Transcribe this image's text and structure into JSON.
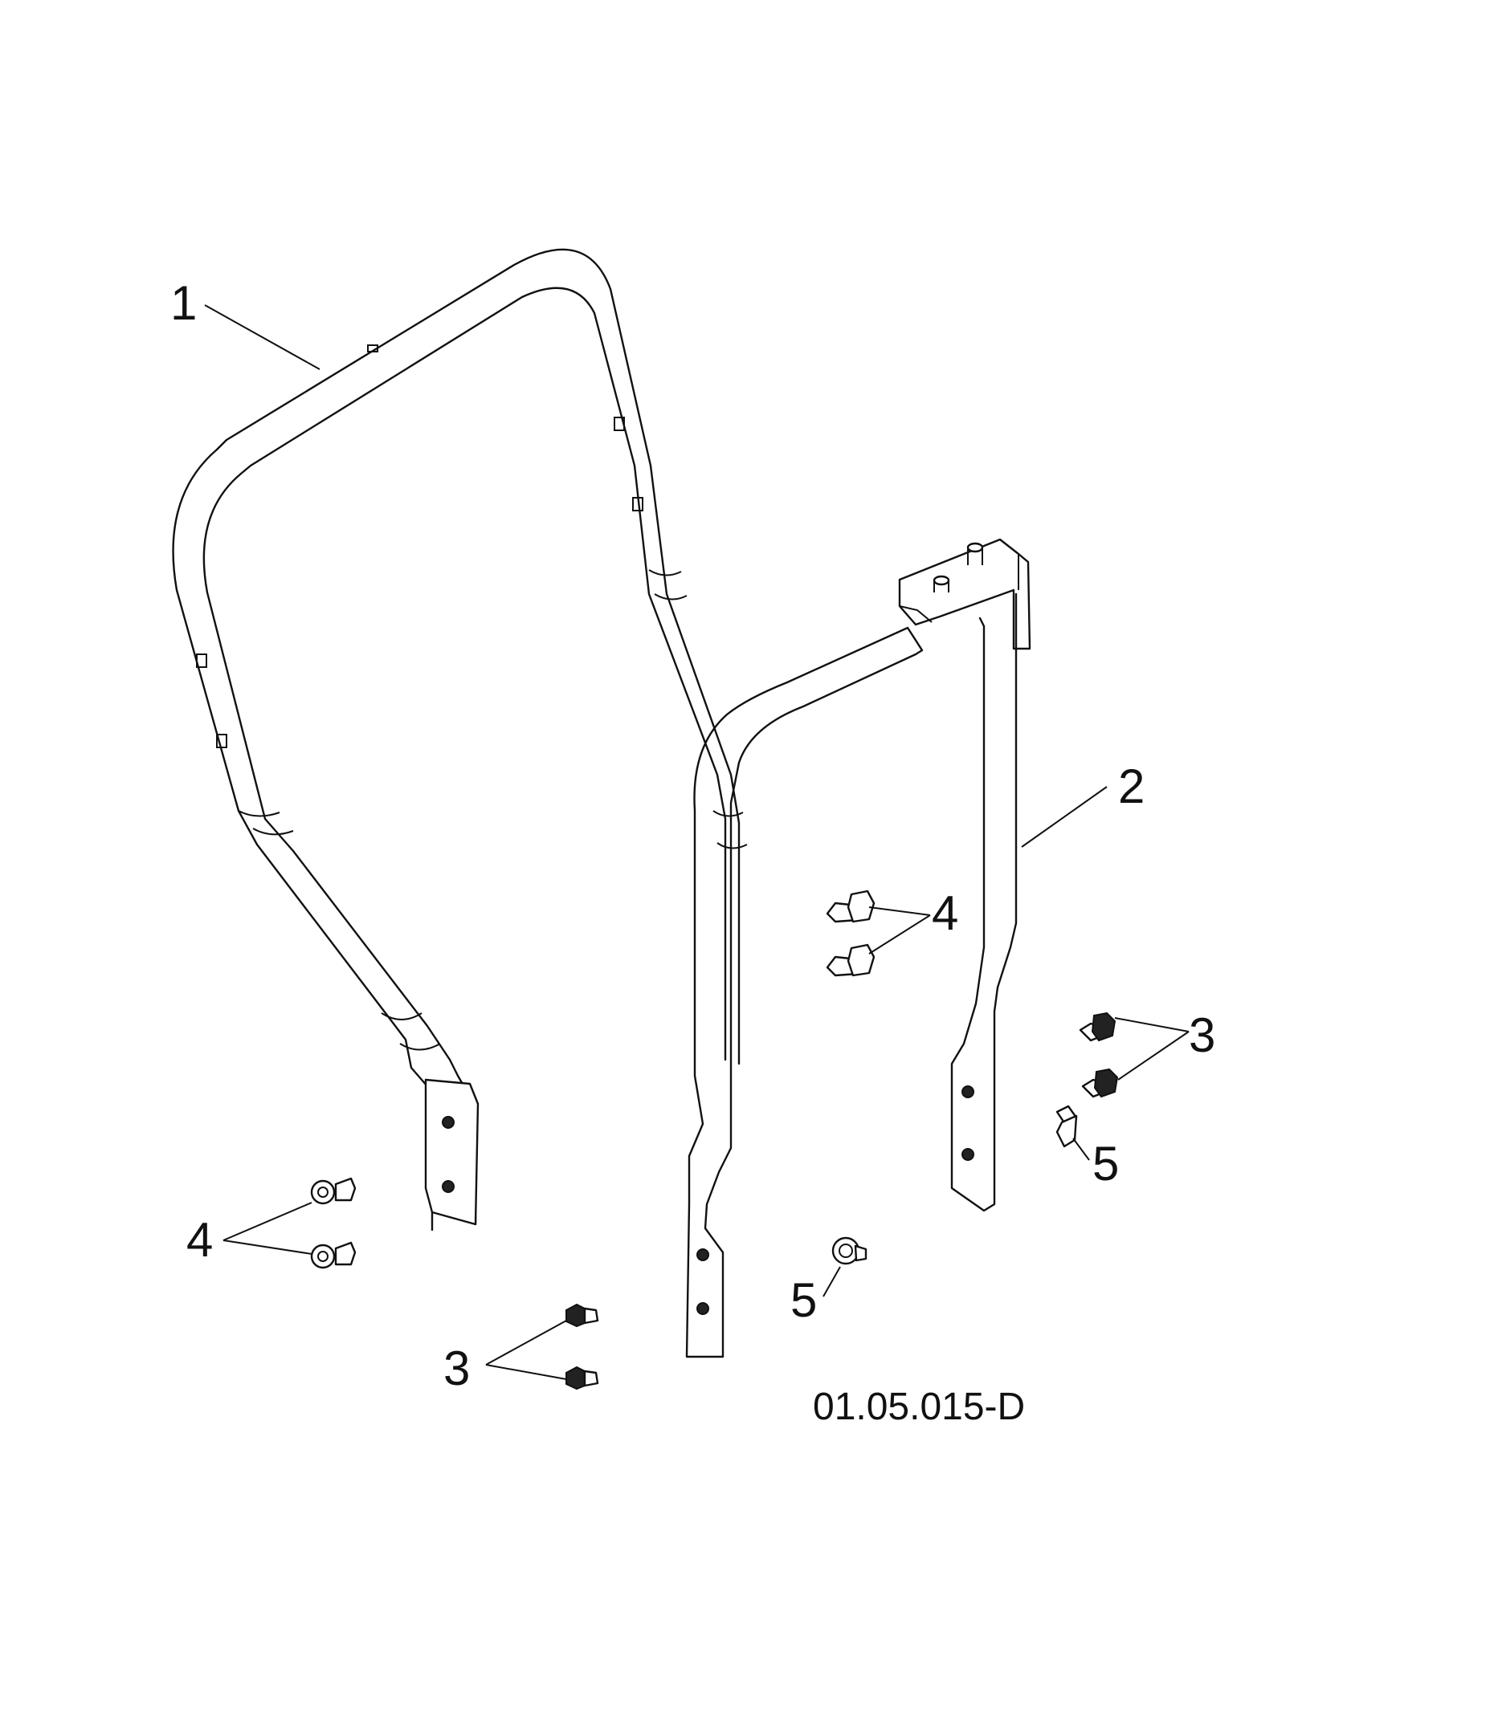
{
  "callouts": {
    "c1": "1",
    "c2": "2",
    "c3a": "3",
    "c3b": "3",
    "c4a": "4",
    "c4b": "4",
    "c5a": "5",
    "c5b": "5"
  },
  "drawing_code": "01.05.015-D"
}
